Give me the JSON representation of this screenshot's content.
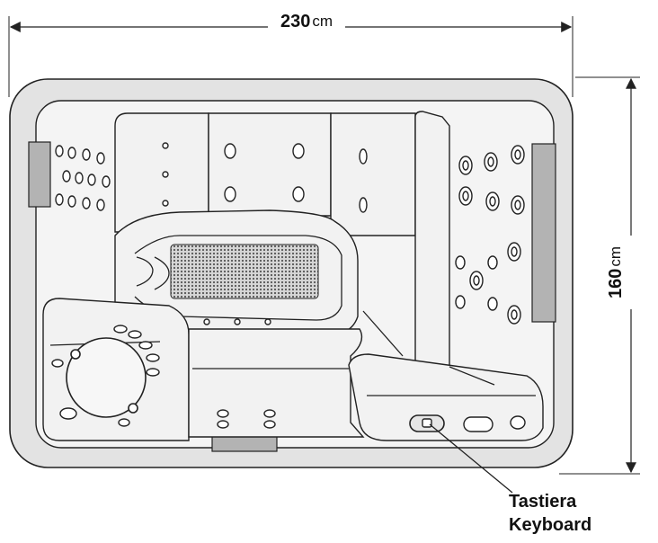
{
  "dimensions": {
    "width_value": "230",
    "width_unit": "cm",
    "height_value": "160",
    "height_unit": "cm"
  },
  "callout": {
    "line1": "Tastiera",
    "line2": "Keyboard"
  },
  "colors": {
    "outline": "#222222",
    "rim_fill": "#e3e3e3",
    "shell_fill": "#f4f4f4",
    "pillow_fill": "#b3b3b3",
    "grid_fill": "#c8c8c8"
  }
}
